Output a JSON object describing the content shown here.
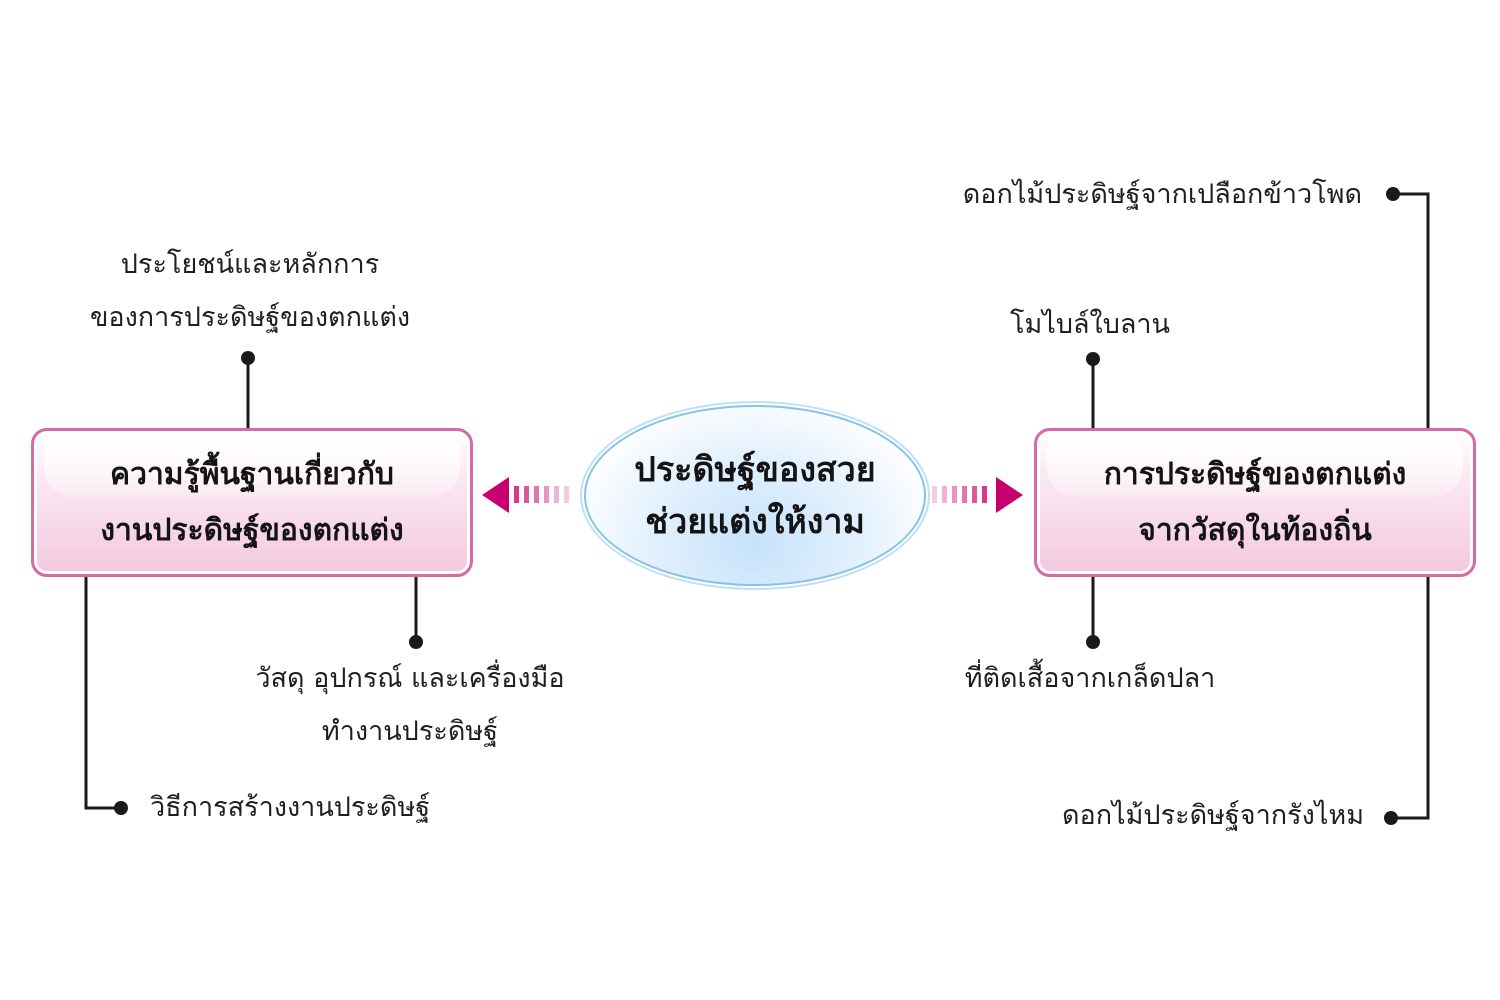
{
  "colors": {
    "accent_magenta": "#c8006f",
    "box_border": "#d46aa6",
    "line": "#1a1a1a",
    "ellipse_border": "#86c3ea"
  },
  "center": {
    "line1": "ประดิษฐ์ของสวย",
    "line2": "ช่วยแต่งให้งาม"
  },
  "left_branch": {
    "line1": "ความรู้พื้นฐานเกี่ยวกับ",
    "line2": "งานประดิษฐ์ของตกแต่ง",
    "leaves": {
      "benefits": {
        "line1": "ประโยชน์และหลักการ",
        "line2": "ของการประดิษฐ์ของตกแต่ง"
      },
      "materials": {
        "line1": "วัสดุ  อุปกรณ์  และเครื่องมือ",
        "line2": "ทำงานประดิษฐ์"
      },
      "methods": {
        "line1": "วิธีการสร้างงานประดิษฐ์"
      }
    }
  },
  "right_branch": {
    "line1": "การประดิษฐ์ของตกแต่ง",
    "line2": "จากวัสดุในท้องถิ่น",
    "leaves": {
      "corn_husk_flower": "ดอกไม้ประดิษฐ์จากเปลือกข้าวโพด",
      "palm_leaf_mobile": "โมไบล์ใบลาน",
      "fish_scale_brooch": "ที่ติดเสื้อจากเกล็ดปลา",
      "cocoon_flower": "ดอกไม้ประดิษฐ์จากรังไหม"
    }
  }
}
